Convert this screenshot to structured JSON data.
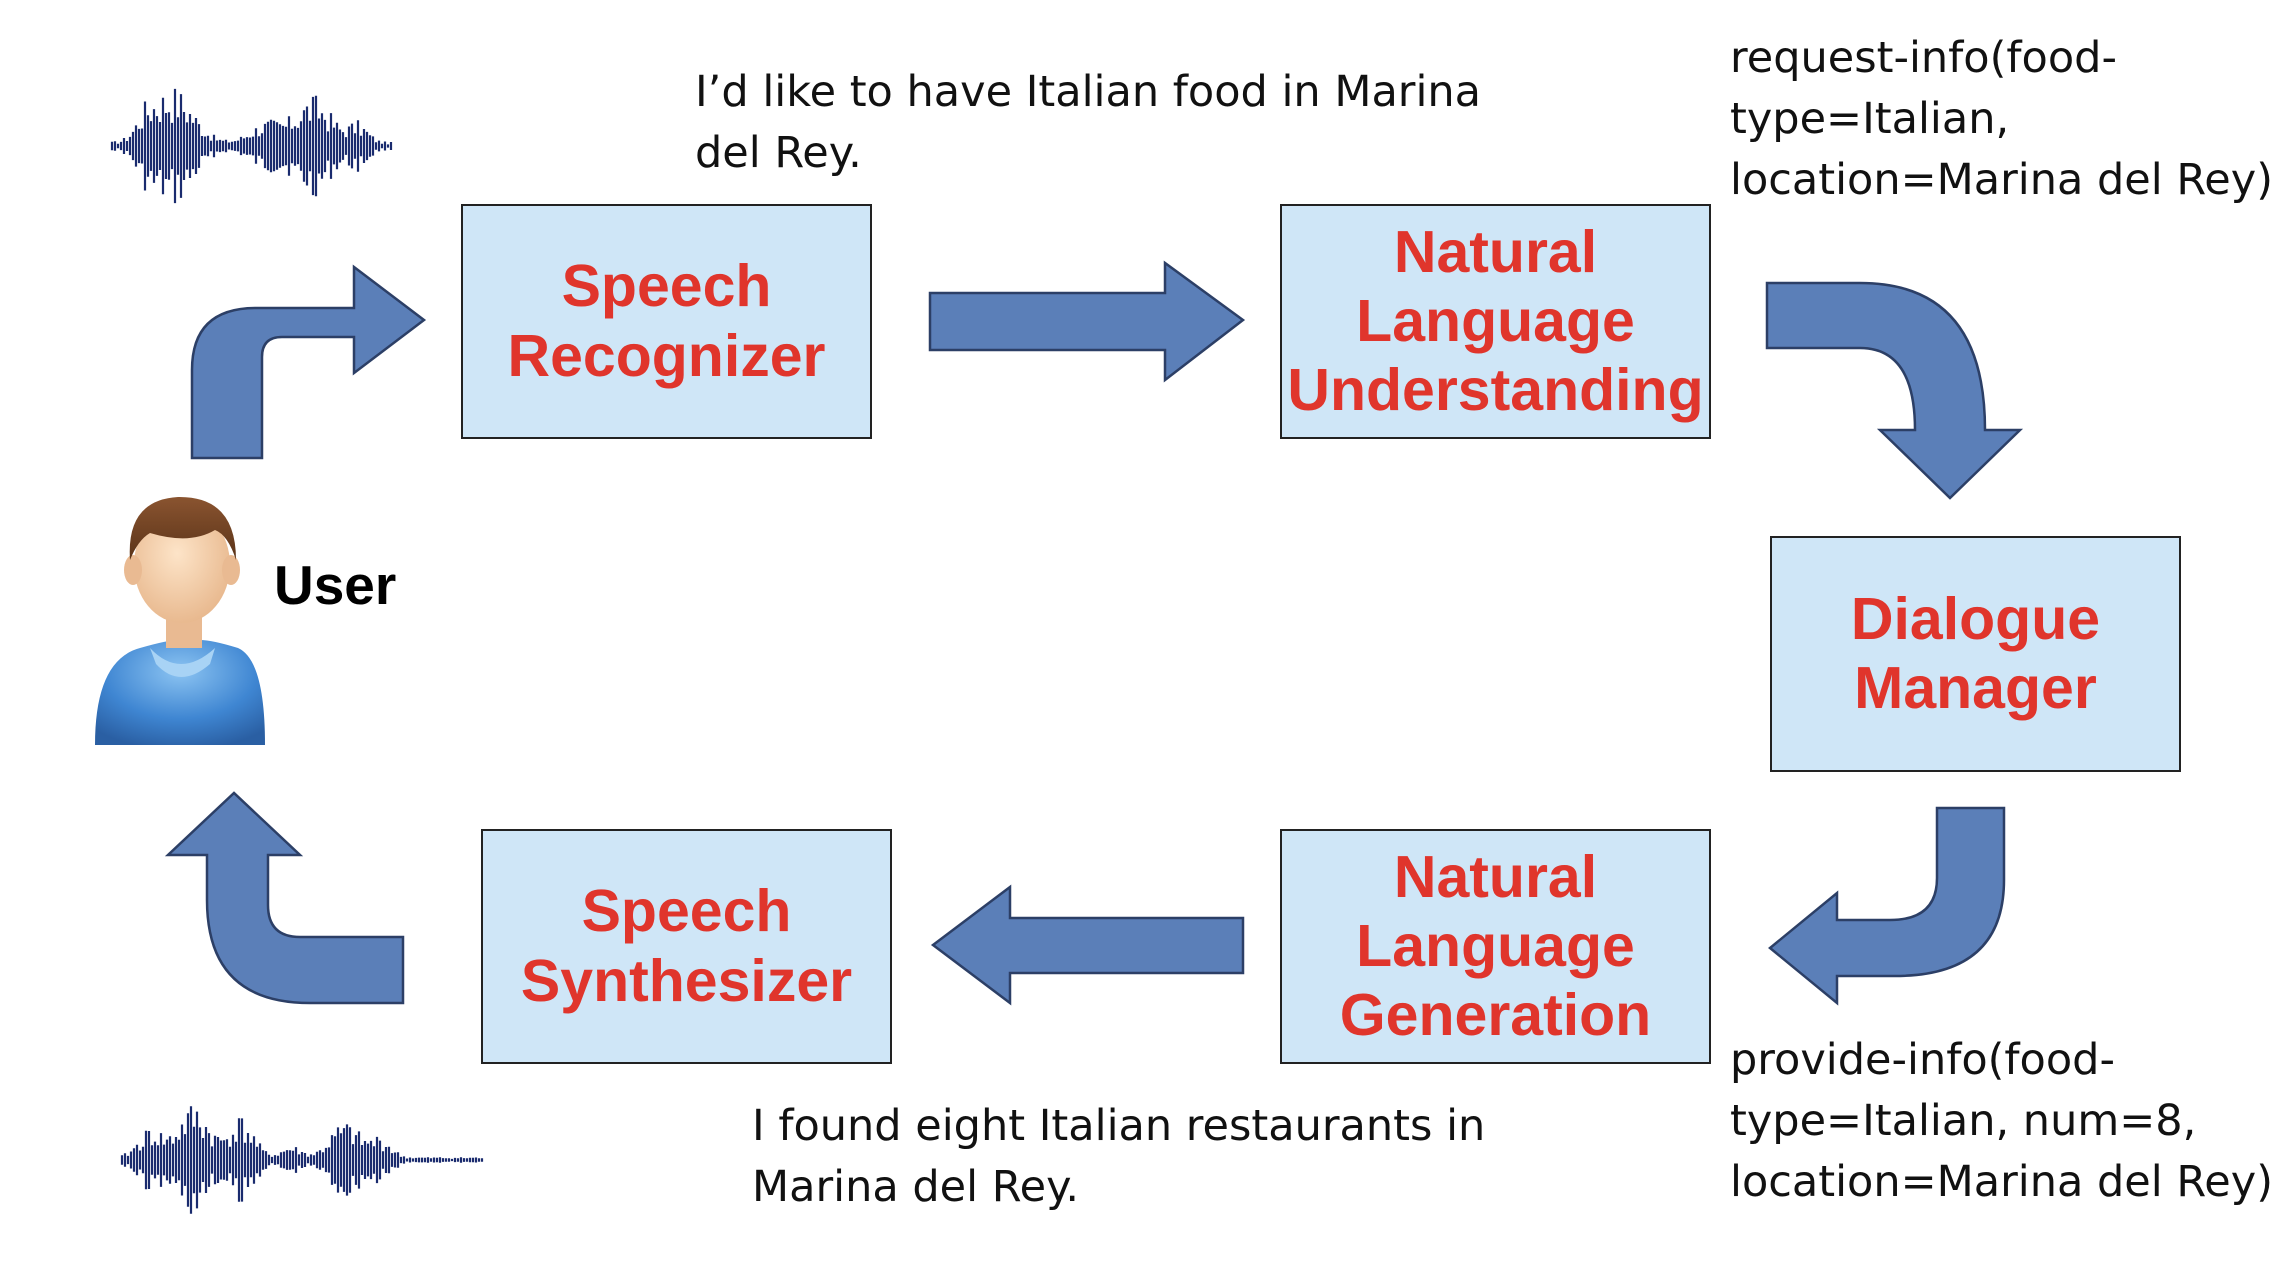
{
  "nodes": {
    "speech_recognizer": "Speech\nRecognizer",
    "nlu": "Natural\nLanguage\nUnderstanding",
    "dialogue_manager": "Dialogue\nManager",
    "nlg": "Natural\nLanguage\nGeneration",
    "speech_synthesizer": "Speech\nSynthesizer"
  },
  "user": {
    "label": "User"
  },
  "notes": {
    "user_utterance": "I’d like to have Italian food in Marina\ndel Rey.",
    "nlu_output": "request-info(food-\ntype=Italian,\nlocation=Marina del Rey)",
    "dm_output": "provide-info(food-\ntype=Italian, num=8,\nlocation=Marina del Rey)",
    "system_utterance": "I found eight Italian restaurants in\nMarina del Rey."
  },
  "colors": {
    "box_fill": "#cfe6f7",
    "box_text": "#e0352c",
    "arrow_fill": "#5b7fb8",
    "arrow_stroke": "#2c3f66",
    "waveform": "#1a2b6e",
    "user_shirt": "#4a90d9",
    "user_hair": "#6b3f1f",
    "user_skin": "#f3cfa8"
  },
  "icons": [
    "speech-waveform-icon",
    "user-avatar-icon",
    "synthesized-waveform-icon"
  ]
}
